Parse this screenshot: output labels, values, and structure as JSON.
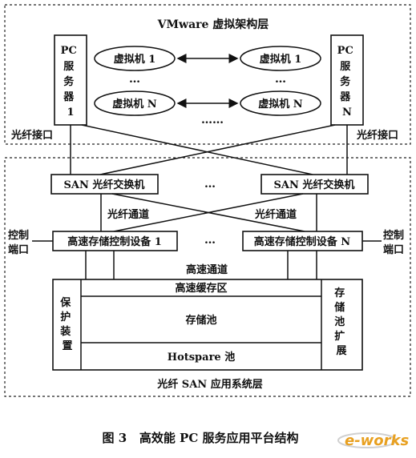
{
  "vmware_layer": "VMware 虚拟架构层",
  "pc_server_1": [
    "PC",
    "服",
    "务",
    "器",
    "1"
  ],
  "pc_server_n": [
    "PC",
    "服",
    "务",
    "器",
    "N"
  ],
  "vm_left_1": "虚拟机 1",
  "vm_left_n": "虚拟机 N",
  "vm_right_1": "虚拟机 1",
  "vm_right_n": "虚拟机 N",
  "vm_ellipsis_left": "…",
  "vm_ellipsis_right": "…",
  "vm_ellipsis_bottom": "……",
  "fiber_interface_left": "光纤接口",
  "fiber_interface_right": "光纤接口",
  "san_switch_left": "SAN 光纤交换机",
  "san_switch_right": "SAN 光纤交换机",
  "switch_ellipsis": "…",
  "fiber_channel_left": "光纤通道",
  "fiber_channel_right": "光纤通道",
  "control_port_left": [
    "控制",
    "端口"
  ],
  "control_port_right": [
    "控制",
    "端口"
  ],
  "storage_ctrl_1": "高速存储控制设备 1",
  "storage_ctrl_n": "高速存储控制设备 N",
  "ctrl_ellipsis": "…",
  "high_speed_channel": "高速通道",
  "high_speed_cache": "高速缓存区",
  "protection_device": [
    "保",
    "护",
    "装",
    "置"
  ],
  "storage_pool": "存储池",
  "pool_expansion": [
    "存",
    "储",
    "池",
    "扩",
    "展"
  ],
  "hotspare_pool": "Hotspare 池",
  "san_app_layer": "光纤 SAN 应用系统层",
  "caption": "图 3   高效能 PC 服务应用平台结构",
  "logo_text": "e-works",
  "logo_color": "#e8a020"
}
